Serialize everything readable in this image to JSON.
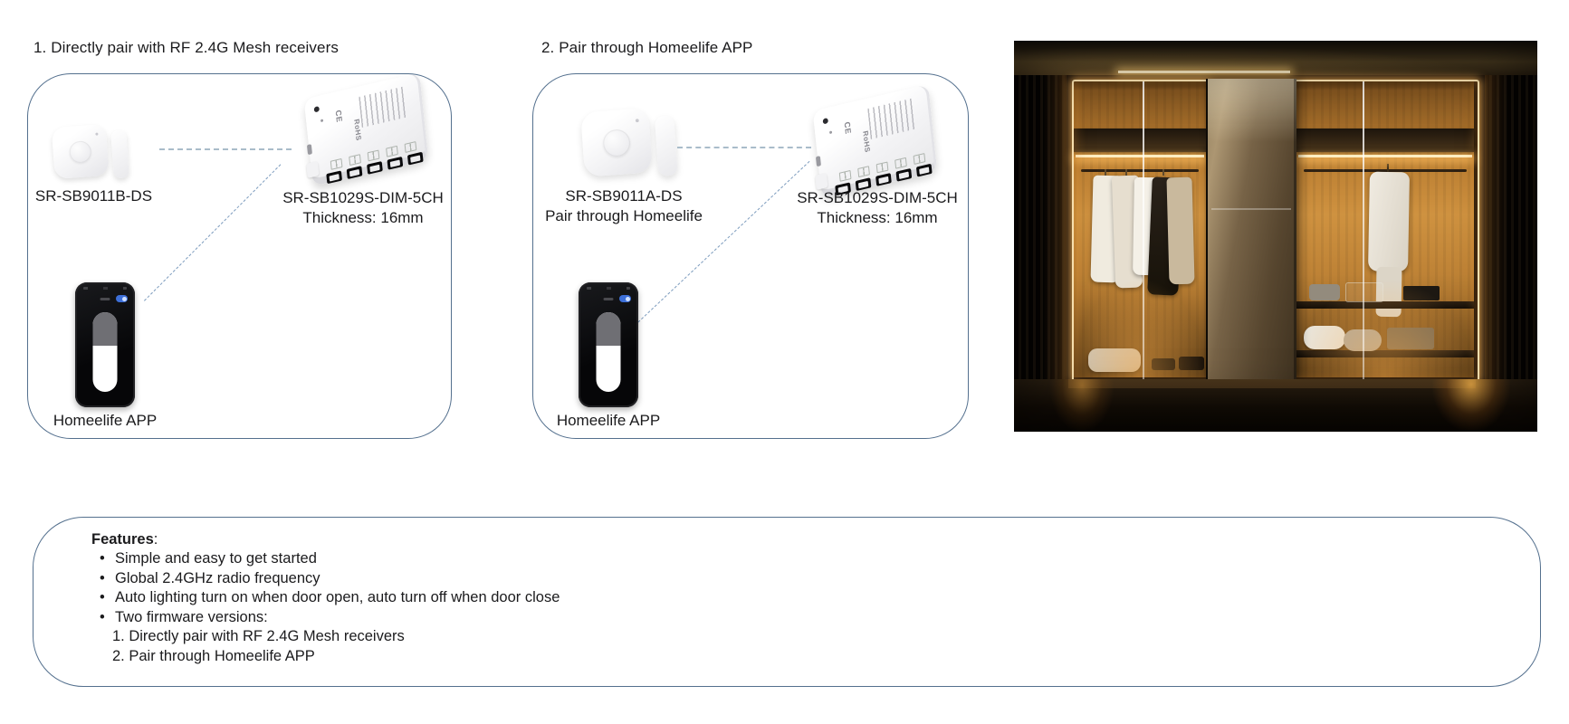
{
  "section1": {
    "title": "1. Directly pair with RF 2.4G Mesh receivers",
    "sensor": {
      "label": "SR-SB9011B-DS"
    },
    "receiver": {
      "label": "SR-SB1029S-DIM-5CH",
      "sublabel": "Thickness: 16mm",
      "marking_ce": "CE",
      "marking_rohs": "RoHS"
    },
    "phone": {
      "label": "Homeelife APP"
    }
  },
  "section2": {
    "title": "2. Pair through Homeelife APP",
    "sensor": {
      "label": "SR-SB9011A-DS",
      "sublabel": "Pair through Homeelife"
    },
    "receiver": {
      "label": "SR-SB1029S-DIM-5CH",
      "sublabel": "Thickness: 16mm",
      "marking_ce": "CE",
      "marking_rohs": "RoHS"
    },
    "phone": {
      "label": "Homeelife APP"
    }
  },
  "features": {
    "heading": "Features",
    "heading_colon": ":",
    "items": [
      "Simple and easy to get started",
      "Global 2.4GHz radio frequency",
      "Auto lighting turn on when door open, auto turn off when door close",
      "Two firmware versions:"
    ],
    "numbered": [
      "1. Directly pair with RF 2.4G Mesh receivers",
      "2. Pair through Homeelife APP"
    ]
  },
  "colors": {
    "box_border": "#54708e",
    "dash_line": "#a9bcca",
    "dash_diagonal": "#7d9cbe",
    "text": "#1b1b1d",
    "led_glow": "#f5b942",
    "phone_toggle_blue": "#3d6fd8"
  }
}
